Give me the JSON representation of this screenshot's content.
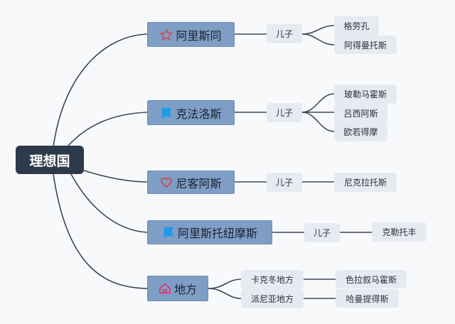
{
  "root": "理想国",
  "branches": [
    {
      "label": "阿里斯同",
      "icon": "star-icon",
      "son": "儿子",
      "leaves": [
        "格劳孔",
        "阿得曼托斯"
      ]
    },
    {
      "label": "克法洛斯",
      "icon": "flag-icon",
      "son": "儿子",
      "leaves": [
        "玻勒马霍斯",
        "吕西阿斯",
        "欧若得摩"
      ]
    },
    {
      "label": "尼客阿斯",
      "icon": "heart-icon",
      "son": "儿子",
      "leaves": [
        "尼克拉托斯"
      ]
    },
    {
      "label": "阿里斯托纽摩斯",
      "icon": "flag-icon",
      "son": "儿子",
      "leaves": [
        "克勒托丰"
      ]
    },
    {
      "label": "地方",
      "icon": "home-icon",
      "places": [
        {
          "label": "卡克冬地方",
          "leaf": "色拉叙马霍斯"
        },
        {
          "label": "派尼亚地方",
          "leaf": "哈曼提得斯"
        }
      ]
    }
  ],
  "colors": {
    "root": "#2d3a4c",
    "branch": "#7f9ec6",
    "node": "#e6eaf1",
    "line": "#3d4659",
    "star": "#e0404a",
    "flag": "#1e9be8",
    "heart": "#d8404a",
    "home": "#e0306a"
  }
}
